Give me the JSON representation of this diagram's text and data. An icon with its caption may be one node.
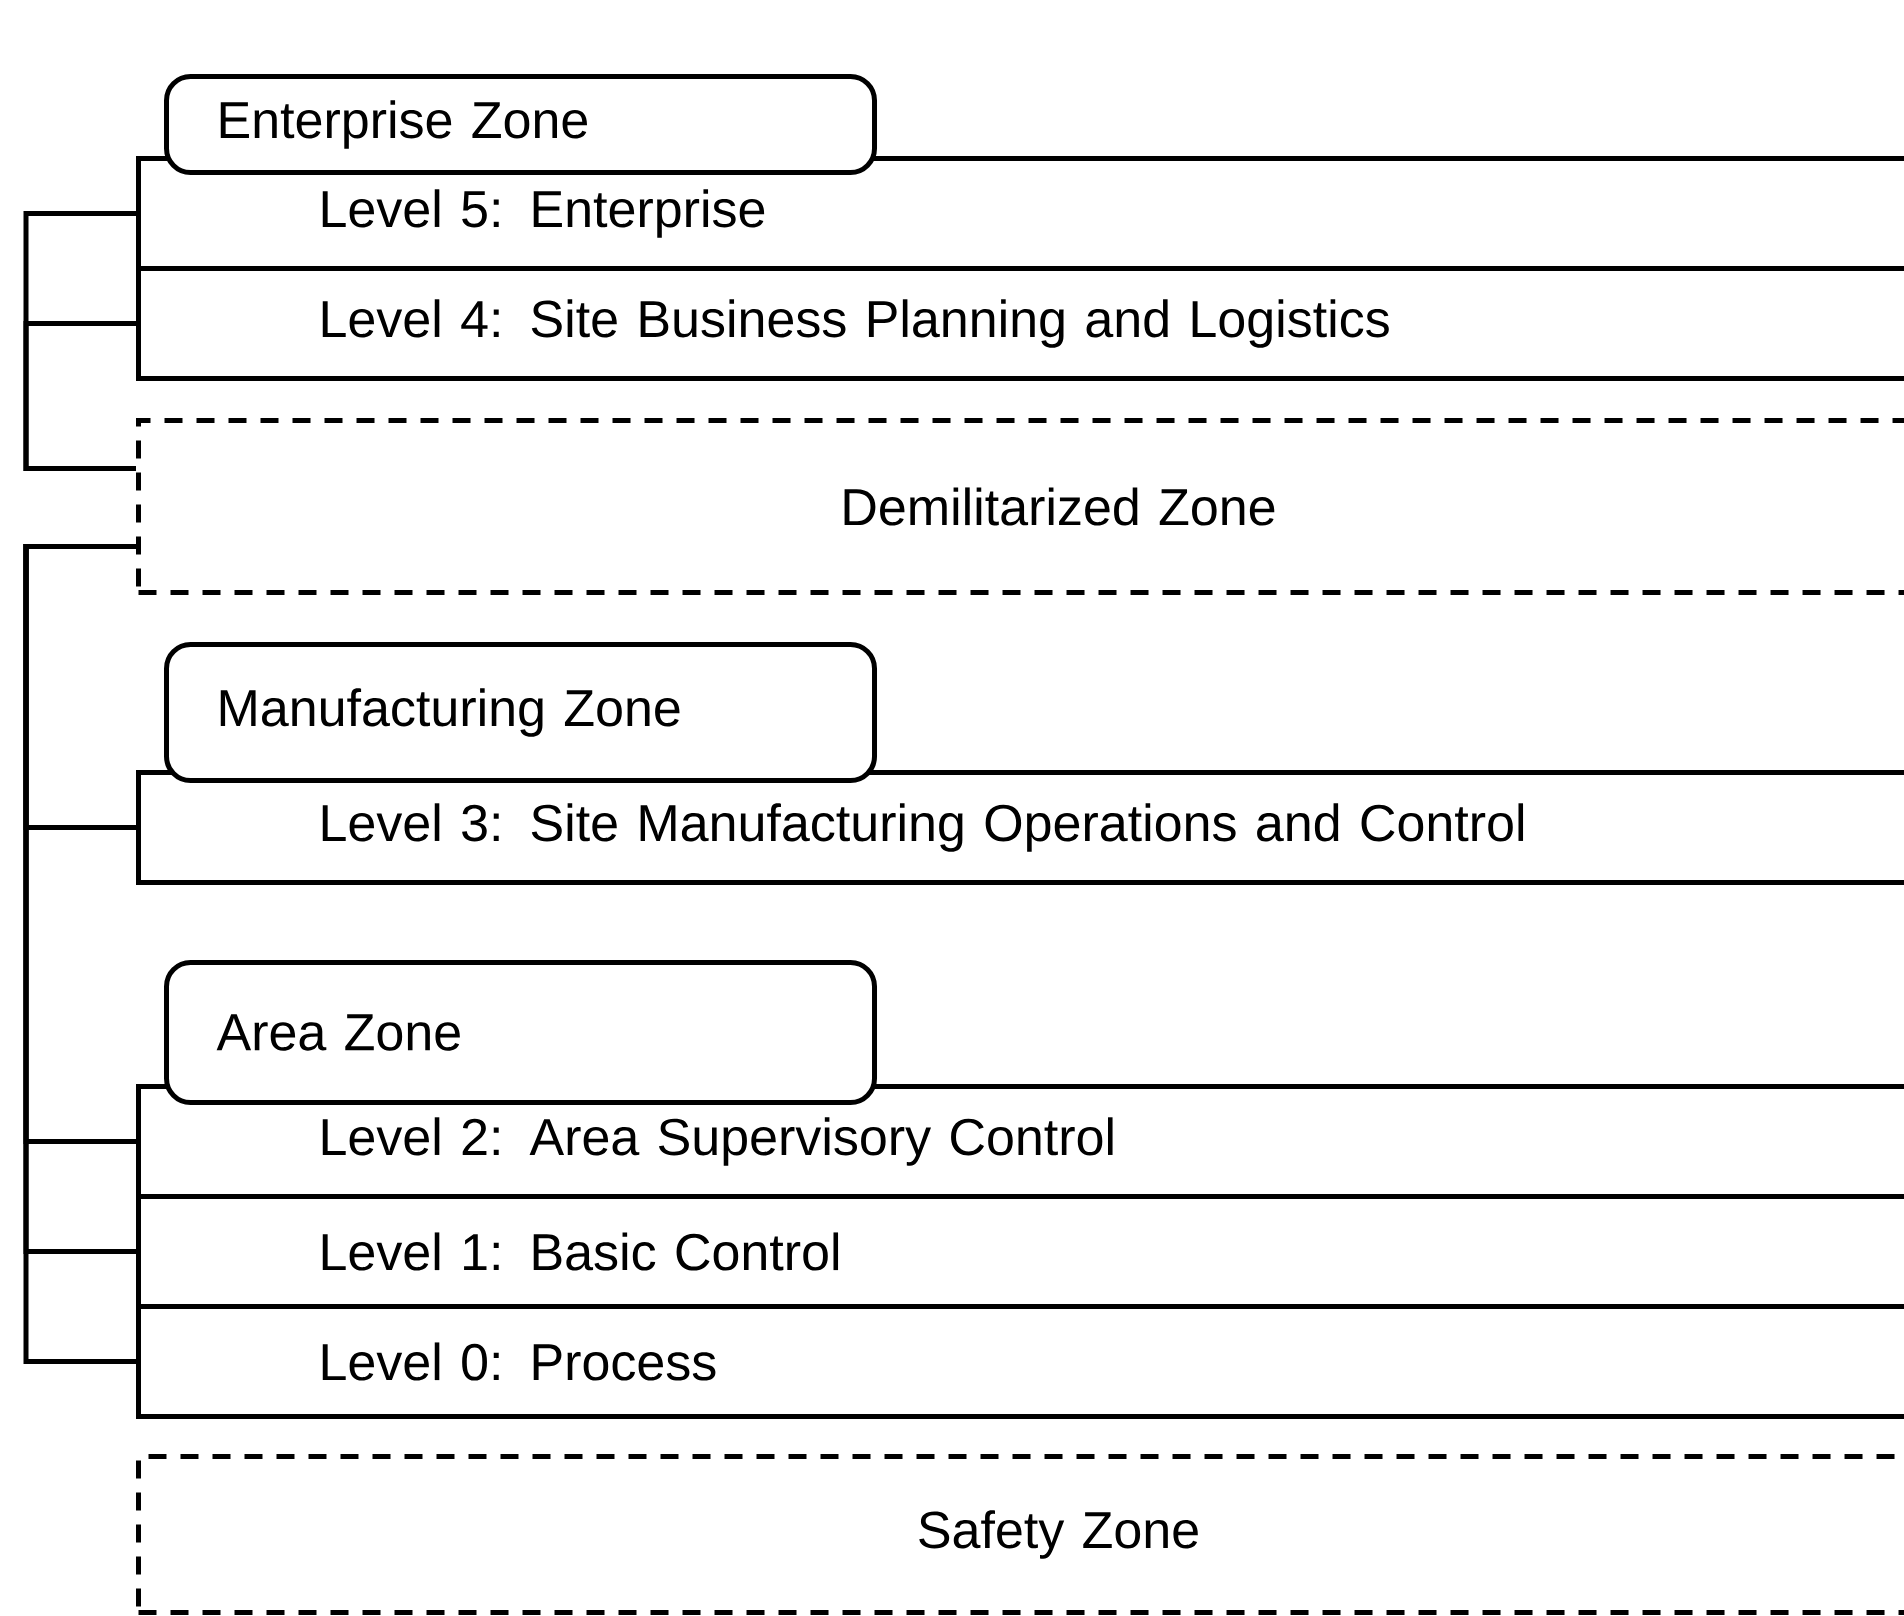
{
  "diagram": {
    "nodes": [
      {
        "text": [
          "Enterprise Zone"
        ]
      },
      {
        "text": [
          "Level 5: Enterprise"
        ]
      },
      {
        "text": [
          "Level 4: Site Business Planning and Logistics"
        ]
      },
      {
        "text": [
          "Demilitarized Zone"
        ]
      },
      {
        "text": [
          "Manufacturing Zone"
        ]
      },
      {
        "text": [
          "Level 3: Site Manufacturing Operations and Control"
        ]
      },
      {
        "text": [
          "Area Zone"
        ]
      },
      {
        "text": [
          "Level 2: Area Supervisory Control"
        ]
      },
      {
        "text": [
          "Level 1: Basic Control"
        ]
      },
      {
        "text": [
          "Level 0: Process"
        ]
      },
      {
        "text": [
          "Safety Zone"
        ]
      }
    ],
    "edges": [
      {
        "from": 1,
        "to": 3,
        "arrow": "none"
      },
      {
        "from": 2,
        "to": 3,
        "arrow": "none"
      },
      {
        "from": 3,
        "to": 5,
        "arrow": "none"
      },
      {
        "from": 3,
        "to": 7,
        "arrow": "none"
      },
      {
        "from": 3,
        "to": 8,
        "arrow": "none"
      },
      {
        "from": 3,
        "to": 9,
        "arrow": "none"
      }
    ]
  }
}
